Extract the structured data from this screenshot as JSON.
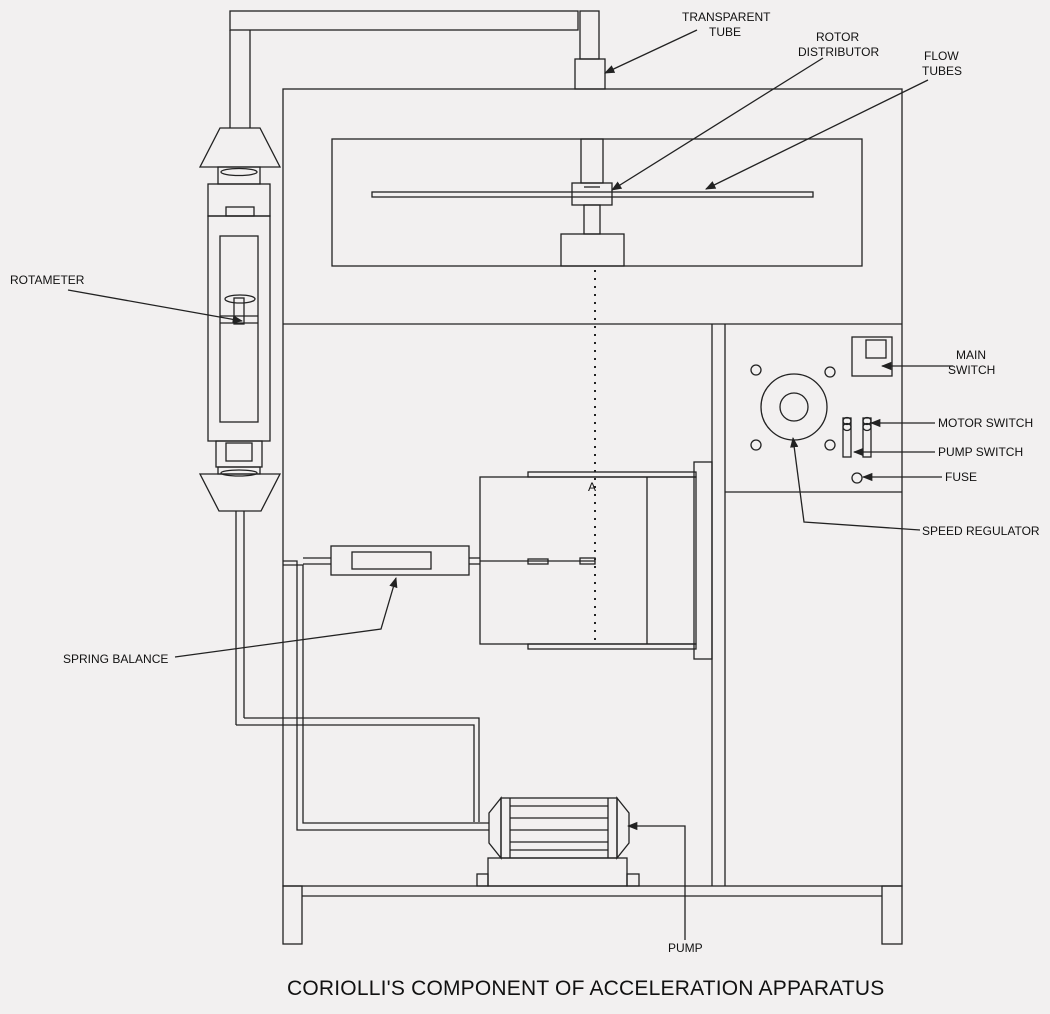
{
  "labels": {
    "transparent_tube": [
      "TRANSPARENT",
      "TUBE"
    ],
    "rotor_distributor": [
      "ROTOR",
      "DISTRIBUTOR"
    ],
    "flow_tubes": [
      "FLOW",
      "TUBES"
    ],
    "rotameter": "ROTAMETER",
    "main_switch": [
      "MAIN",
      "SWITCH"
    ],
    "motor_switch": "MOTOR SWITCH",
    "pump_switch": "PUMP SWITCH",
    "fuse": "FUSE",
    "speed_regulator": "SPEED REGULATOR",
    "spring_balance": "SPRING BALANCE",
    "pump": "PUMP",
    "point_a": "A"
  },
  "title": "CORIOLLI'S COMPONENT OF ACCELERATION APPARATUS"
}
